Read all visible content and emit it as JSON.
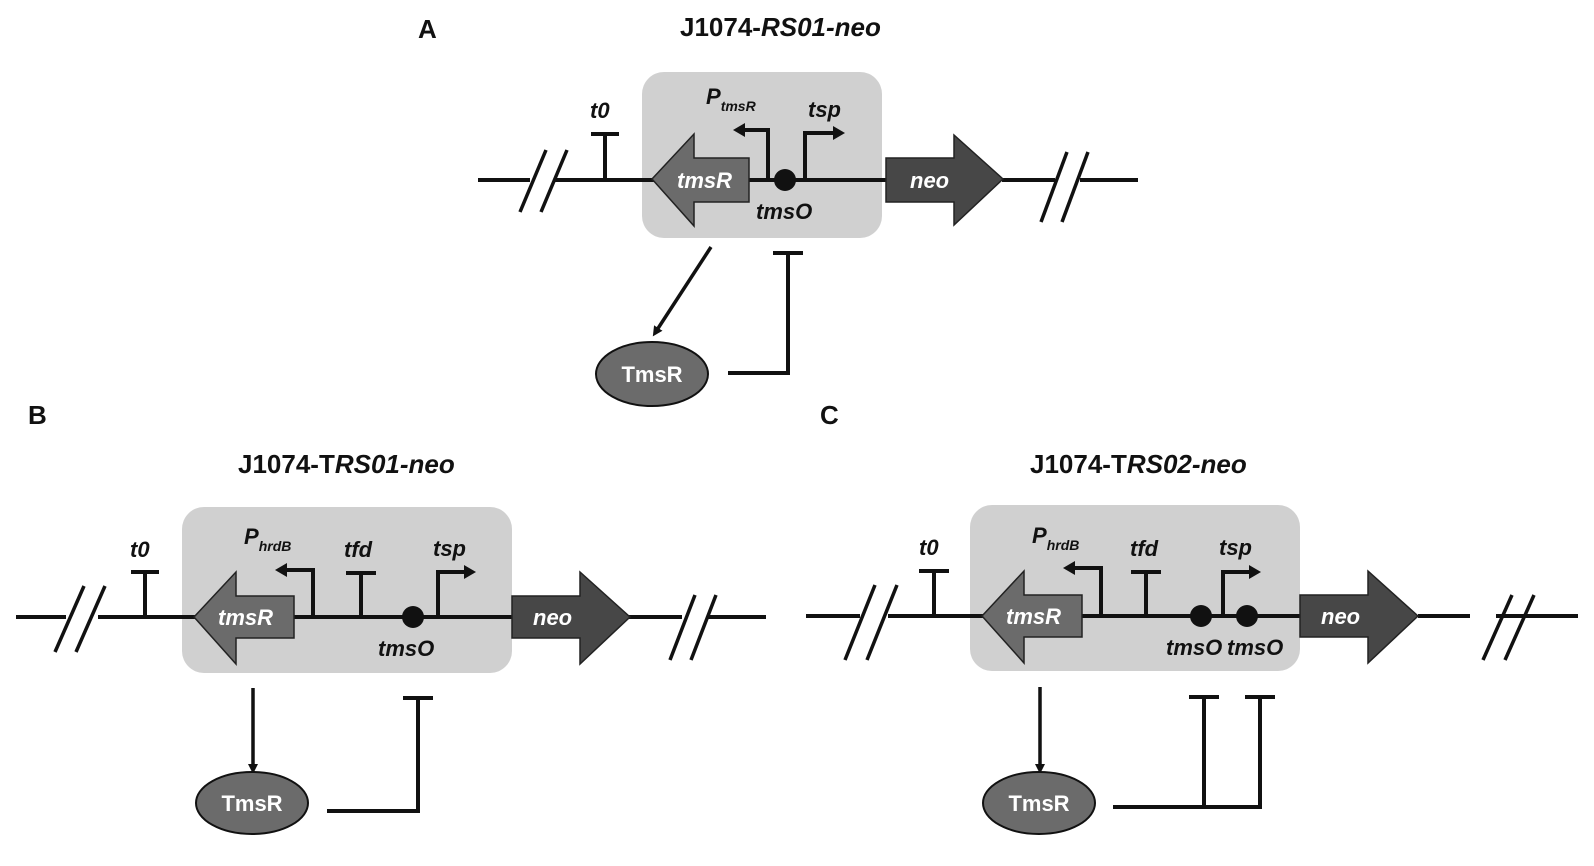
{
  "figure": {
    "panels": [
      {
        "letter": "A",
        "title_prefix": "J1074-",
        "title_italic": "RS01-neo",
        "elements": {
          "terminator_left": "t0",
          "promoter_main": "P",
          "promoter_sub": "tmsR",
          "tsp": "tsp",
          "operators": [
            "tmsO"
          ],
          "gene_left": "tmsR",
          "gene_right": "neo",
          "protein": "TmsR"
        }
      },
      {
        "letter": "B",
        "title_prefix": "J1074-T",
        "title_italic": "RS01-neo",
        "elements": {
          "terminator_left": "t0",
          "promoter_main": "P",
          "promoter_sub": "hrdB",
          "terminator_mid": "tfd",
          "tsp": "tsp",
          "operators": [
            "tmsO"
          ],
          "gene_left": "tmsR",
          "gene_right": "neo",
          "protein": "TmsR"
        }
      },
      {
        "letter": "C",
        "title_prefix": "J1074-T",
        "title_italic": "RS02-neo",
        "elements": {
          "terminator_left": "t0",
          "promoter_main": "P",
          "promoter_sub": "hrdB",
          "terminator_mid": "tfd",
          "tsp": "tsp",
          "operators": [
            "tmsO",
            "tmsO"
          ],
          "gene_left": "tmsR",
          "gene_right": "neo",
          "protein": "TmsR"
        }
      }
    ],
    "colors": {
      "box_fill": "#d0d0d0",
      "tmsR_gene": "#6b6b6b",
      "neo_gene": "#474747",
      "protein": "#6b6b6b",
      "line": "#111111"
    }
  }
}
